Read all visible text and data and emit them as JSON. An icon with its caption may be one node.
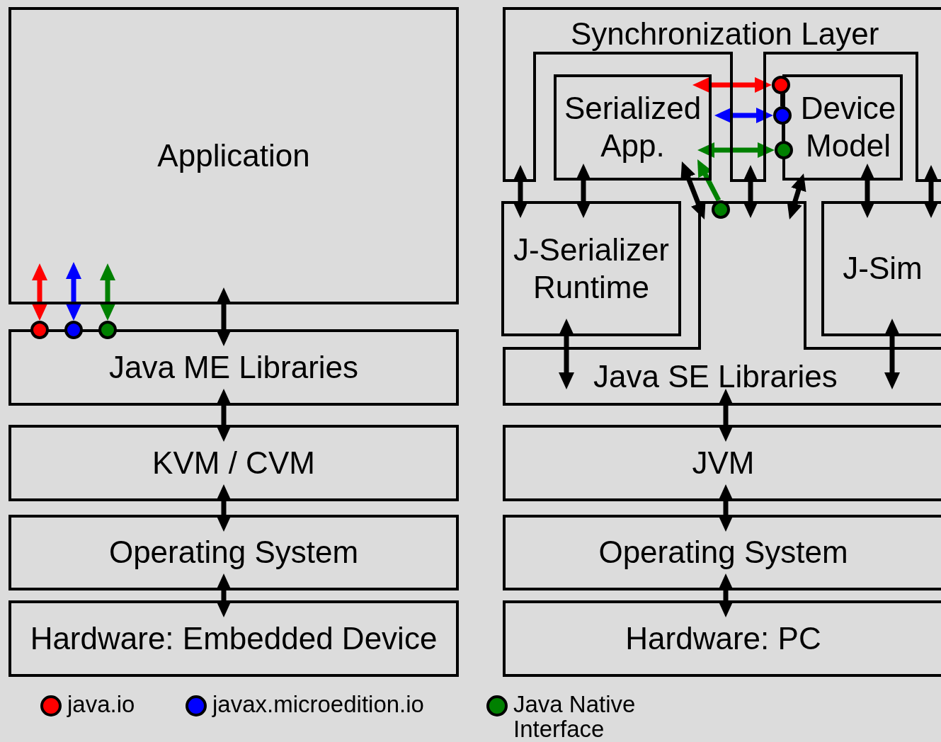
{
  "diagram": {
    "nodes": [
      {
        "text": [
          "Application"
        ]
      },
      {
        "text": [
          "Java ME Libraries"
        ]
      },
      {
        "text": [
          "KVM / CVM"
        ]
      },
      {
        "text": [
          "Operating System"
        ]
      },
      {
        "text": [
          "Hardware: Embedded Device"
        ]
      },
      {
        "text": [],
        "shape": "circle"
      },
      {
        "text": [],
        "shape": "circle"
      },
      {
        "text": [],
        "shape": "circle"
      },
      {
        "text": [
          "Synchronization Layer"
        ]
      },
      {
        "text": [
          "Serialized App."
        ],
        "in": 8
      },
      {
        "text": [
          "Device Model"
        ],
        "in": 8
      },
      {
        "text": [],
        "shape": "circle",
        "in": 8
      },
      {
        "text": [],
        "shape": "circle",
        "in": 8
      },
      {
        "text": [],
        "shape": "circle",
        "in": 8
      },
      {
        "text": [
          "J-Serializer Runtime"
        ],
        "in": 17
      },
      {
        "text": [],
        "shape": "circle",
        "in": 17
      },
      {
        "text": [
          "J-Sim"
        ],
        "in": 17
      },
      {
        "text": [
          "Java SE Libraries"
        ]
      },
      {
        "text": [
          "JVM"
        ]
      },
      {
        "text": [
          "Operating System"
        ]
      },
      {
        "text": [
          "Hardware: PC"
        ]
      }
    ],
    "edges": [
      {
        "from": 0,
        "to": 1,
        "arrow": "both"
      },
      {
        "from": 1,
        "to": 2,
        "arrow": "both"
      },
      {
        "from": 2,
        "to": 3,
        "arrow": "both"
      },
      {
        "from": 3,
        "to": 4,
        "arrow": "both"
      },
      {
        "from": 5,
        "to": 0,
        "arrow": "both",
        "color": "#ff0000"
      },
      {
        "from": 6,
        "to": 0,
        "arrow": "both",
        "color": "#0000ff"
      },
      {
        "from": 7,
        "to": 0,
        "arrow": "both",
        "color": "#008000"
      },
      {
        "from": 8,
        "to": 14,
        "arrow": "both"
      },
      {
        "from": 9,
        "to": 14,
        "arrow": "both"
      },
      {
        "from": 9,
        "to": 17,
        "arrow": "both"
      },
      {
        "from": 15,
        "to": 9,
        "arrow": "to",
        "color": "#008000"
      },
      {
        "from": 8,
        "to": 17,
        "arrow": "both"
      },
      {
        "from": 10,
        "to": 17,
        "arrow": "both"
      },
      {
        "from": 10,
        "to": 16,
        "arrow": "both"
      },
      {
        "from": 8,
        "to": 16,
        "arrow": "both"
      },
      {
        "from": 14,
        "to": 17,
        "arrow": "both"
      },
      {
        "from": 16,
        "to": 17,
        "arrow": "both"
      },
      {
        "from": 17,
        "to": 18,
        "arrow": "both"
      },
      {
        "from": 18,
        "to": 19,
        "arrow": "both"
      },
      {
        "from": 19,
        "to": 20,
        "arrow": "both"
      },
      {
        "from": 9,
        "to": 11,
        "arrow": "both",
        "color": "#ff0000"
      },
      {
        "from": 9,
        "to": 12,
        "arrow": "both",
        "color": "#0000ff"
      },
      {
        "from": 9,
        "to": 13,
        "arrow": "both",
        "color": "#008000"
      },
      {
        "from": 11,
        "to": 12,
        "arrow": "none"
      },
      {
        "from": 12,
        "to": 13,
        "arrow": "none"
      }
    ],
    "legend": [
      {
        "text": "java.io",
        "color": "#ff0000"
      },
      {
        "text": "javax.microedition.io",
        "color": "#0000ff"
      },
      {
        "text": "Java Native Interface",
        "color": "#008000"
      }
    ]
  }
}
